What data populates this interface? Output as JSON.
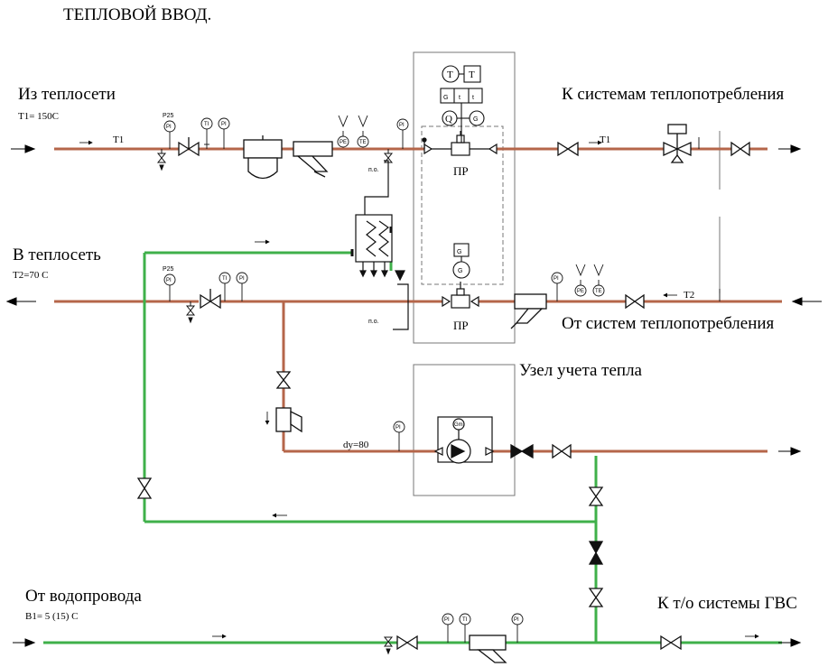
{
  "title": "ТЕПЛОВОЙ ВВОД.",
  "colors": {
    "supply": "#b5664a",
    "water": "#3fb04a",
    "equipment": "#111111",
    "frame": "#777777"
  },
  "labels": {
    "from_network": "Из теплосети",
    "t1_temp": "T1= 150C",
    "to_consumers": "К системам теплопотребления",
    "to_network": "В теплосеть",
    "t2_temp": "T2=70 C",
    "from_consumers": "От систем теплопотребления",
    "meter_node": "Узел учета тепла",
    "from_water": "От водопровода",
    "b1_temp": "B1= 5 (15) C",
    "to_hws": "К т/о системы ГВС",
    "pipe_t1": "T1",
    "pipe_t1_right": "T1",
    "pipe_t2": "T2",
    "pr_top": "ПР",
    "pr_bottom": "ПР",
    "dy80": "dy=80",
    "po_top": "п.о.",
    "po_bottom": "п.о.",
    "p25_top": "P25",
    "p25_bottom": "P25",
    "T": "T",
    "G1": "G",
    "t1": "t",
    "t2": "t",
    "Q": "Q",
    "G1c": "G",
    "G2box": "G",
    "G2c": "G",
    "Gm": "Gm"
  },
  "instruments": {
    "pi": "PI",
    "ti": "TI",
    "pe": "PE",
    "te": "TE"
  }
}
